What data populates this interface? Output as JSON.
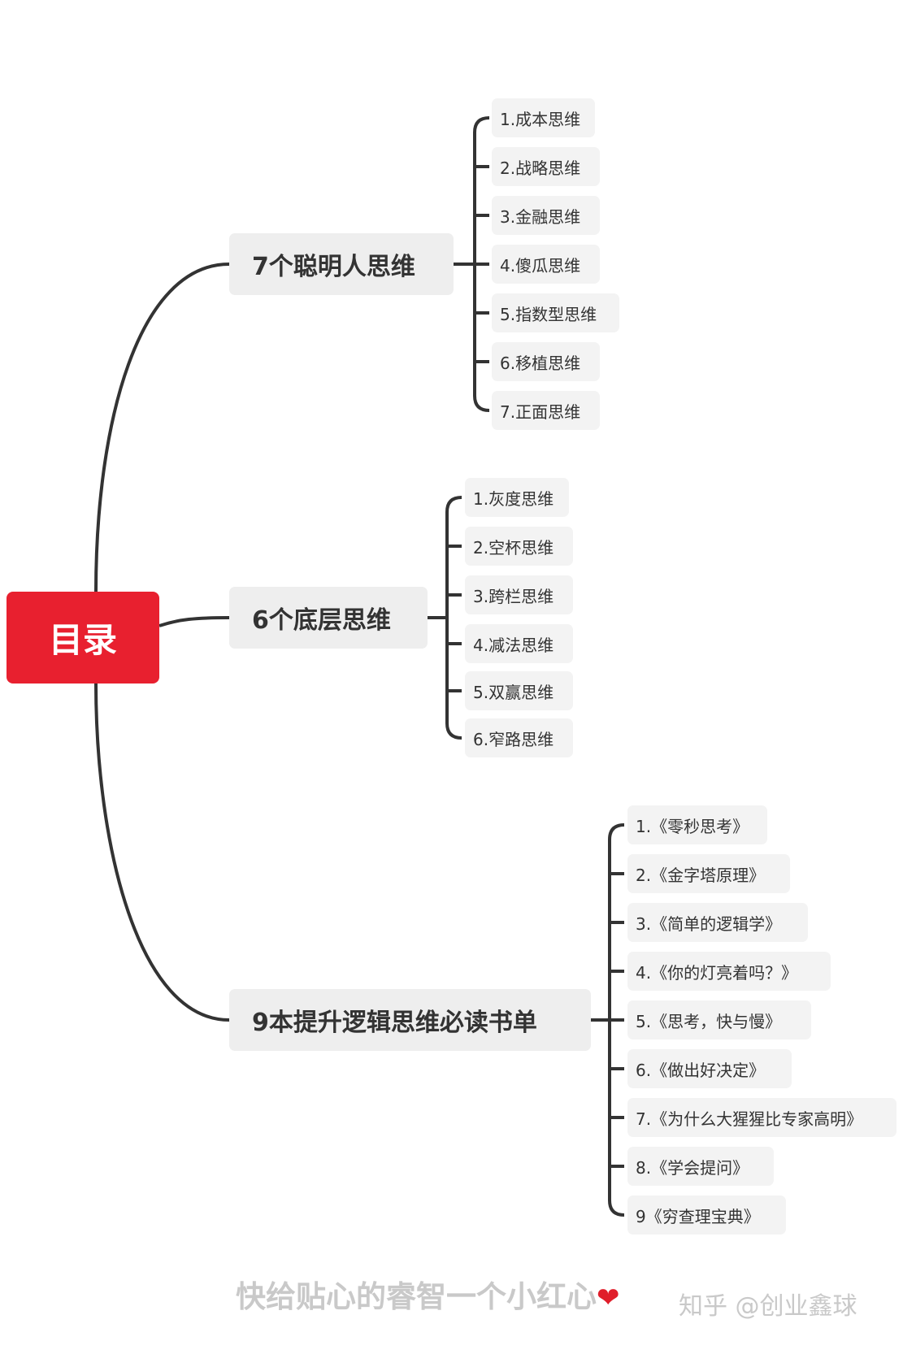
{
  "root": {
    "label": "目录",
    "color": "#e8202f"
  },
  "branches": [
    {
      "label": "7个聪明人思维",
      "items": [
        "1.成本思维",
        "2.战略思维",
        "3.金融思维",
        "4.傻瓜思维",
        "5.指数型思维",
        "6.移植思维",
        "7.正面思维"
      ]
    },
    {
      "label": "6个底层思维",
      "items": [
        "1.灰度思维",
        "2.空杯思维",
        "3.跨栏思维",
        "4.减法思维",
        "5.双赢思维",
        "6.窄路思维"
      ]
    },
    {
      "label": "9本提升逻辑思维必读书单",
      "items": [
        "1.《零秒思考》",
        "2.《金字塔原理》",
        "3.《简单的逻辑学》",
        "4.《你的灯亮着吗？》",
        "5.《思考，快与慢》",
        "6.《做出好决定》",
        "7.《为什么大猩猩比专家高明》",
        "8.《学会提问》",
        "9《穷查理宝典》"
      ]
    }
  ],
  "footer": {
    "text": "快给贴心的睿智一个小红心",
    "heart": "❤",
    "brand": "知乎 @创业鑫球"
  },
  "colors": {
    "connector": "#333333",
    "node_bg": "#eeeeee",
    "text": "#333333"
  }
}
